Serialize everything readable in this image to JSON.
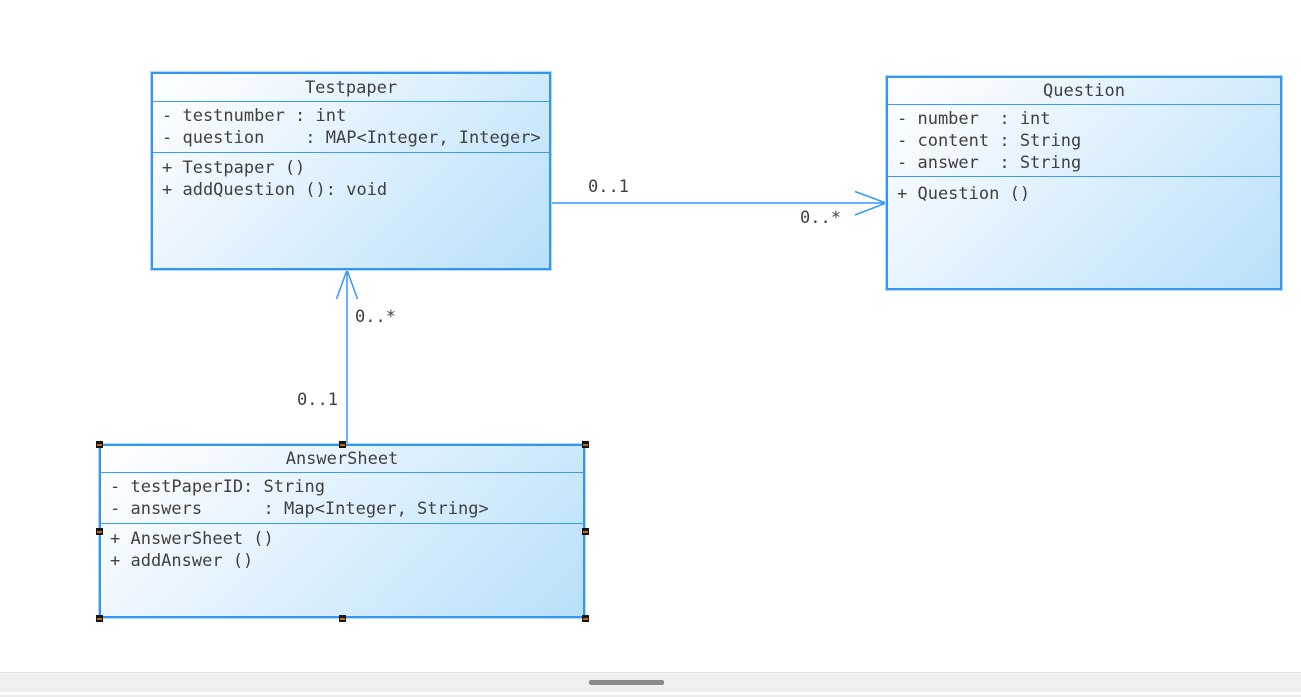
{
  "diagram": {
    "type": "uml-class-diagram",
    "classes": [
      {
        "name": "Testpaper",
        "attributes": [
          "- testnumber : int",
          "- question    : MAP<Integer, Integer>"
        ],
        "methods": [
          "+ Testpaper ()",
          "+ addQuestion (): void"
        ],
        "selected": false
      },
      {
        "name": "Question",
        "attributes": [
          "- number  : int",
          "- content : String",
          "- answer  : String"
        ],
        "methods": [
          "+ Question ()"
        ],
        "selected": false
      },
      {
        "name": "AnswerSheet",
        "attributes": [
          "- testPaperID: String",
          "- answers      : Map<Integer, String>"
        ],
        "methods": [
          "+ AnswerSheet ()",
          "+ addAnswer ()"
        ],
        "selected": true
      }
    ],
    "associations": [
      {
        "from": "Testpaper",
        "to": "Question",
        "direction": "right",
        "source_multiplicity": "0..1",
        "target_multiplicity": "0..*",
        "arrowhead": "open"
      },
      {
        "from": "AnswerSheet",
        "to": "Testpaper",
        "direction": "up",
        "source_multiplicity": "0..1",
        "target_multiplicity": "0..*",
        "arrowhead": "open"
      }
    ],
    "colors": {
      "line": "#3399ff",
      "box_border": "#3596ef",
      "box_fill_start": "#ffffff",
      "box_fill_end": "#b7e0fa",
      "text": "#404040",
      "selection_handle": "#161616",
      "selection_handle_accent": "#c56a11",
      "scrollbar_track": "#efefef",
      "scrollbar_thumb": "#8a8a8a"
    }
  }
}
